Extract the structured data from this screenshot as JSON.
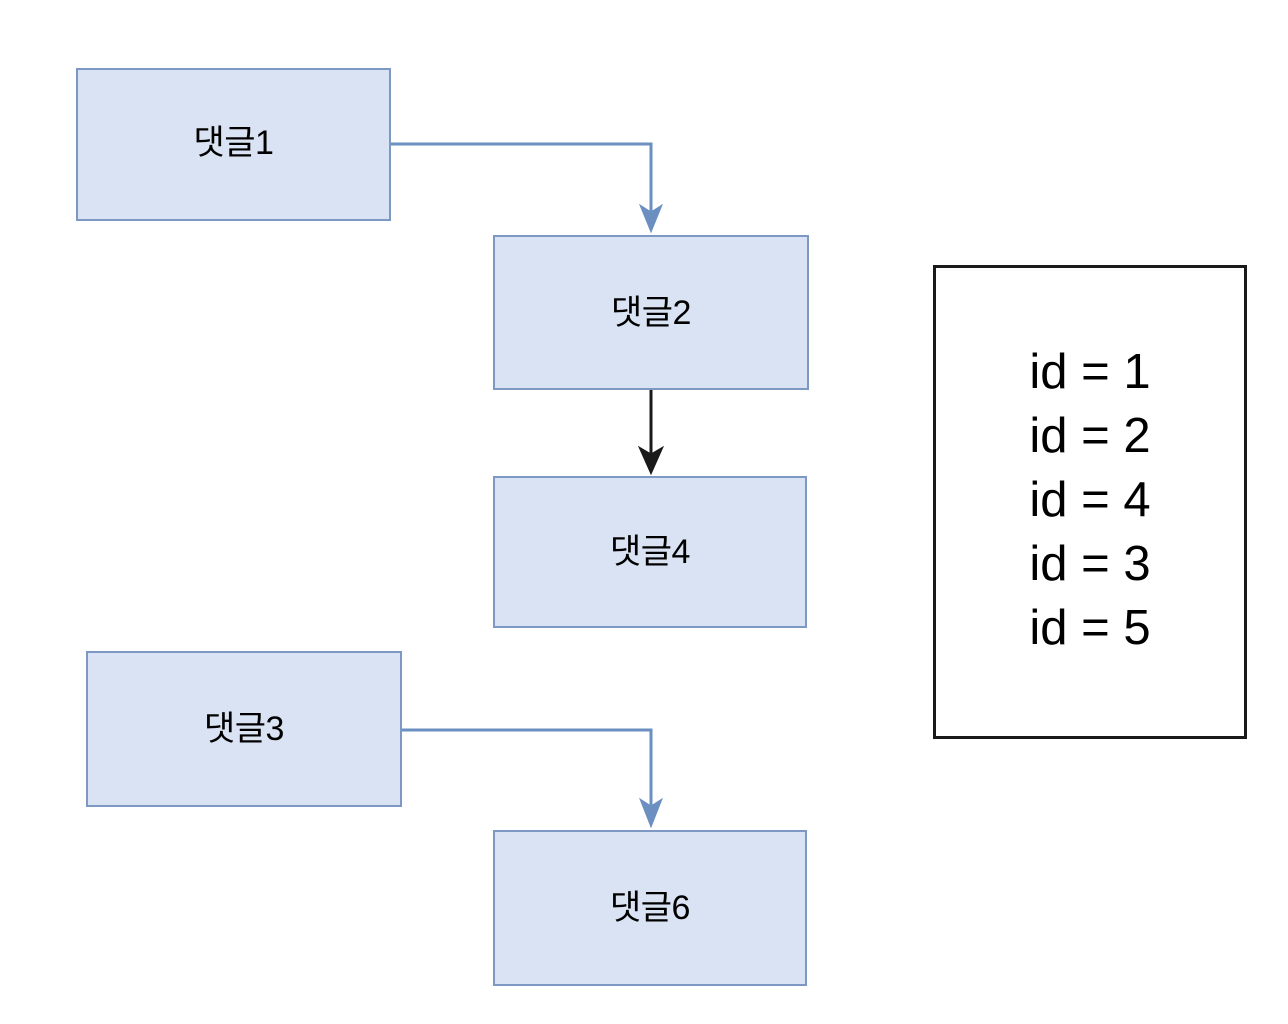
{
  "diagram": {
    "background_color": "#ffffff",
    "node_fill": "#dae3f3",
    "node_border": "#7d98c2",
    "edge_blue": "#6a8fc0",
    "edge_black": "#1a1a1a",
    "nodes": [
      {
        "id": "node-1",
        "label": "댓글1"
      },
      {
        "id": "node-2",
        "label": "댓글2"
      },
      {
        "id": "node-4",
        "label": "댓글4"
      },
      {
        "id": "node-3",
        "label": "댓글3"
      },
      {
        "id": "node-6",
        "label": "댓글6"
      }
    ],
    "edges": [
      {
        "from": "댓글1",
        "to": "댓글2",
        "style": "elbow",
        "color": "#6a8fc0"
      },
      {
        "from": "댓글2",
        "to": "댓글4",
        "style": "straight",
        "color": "#1a1a1a"
      },
      {
        "from": "댓글3",
        "to": "댓글6",
        "style": "elbow",
        "color": "#6a8fc0"
      }
    ],
    "id_panel": {
      "border_color": "#1a1a1a",
      "lines": [
        "id = 1",
        "id = 2",
        "id = 4",
        "id = 3",
        "id = 5"
      ]
    }
  }
}
